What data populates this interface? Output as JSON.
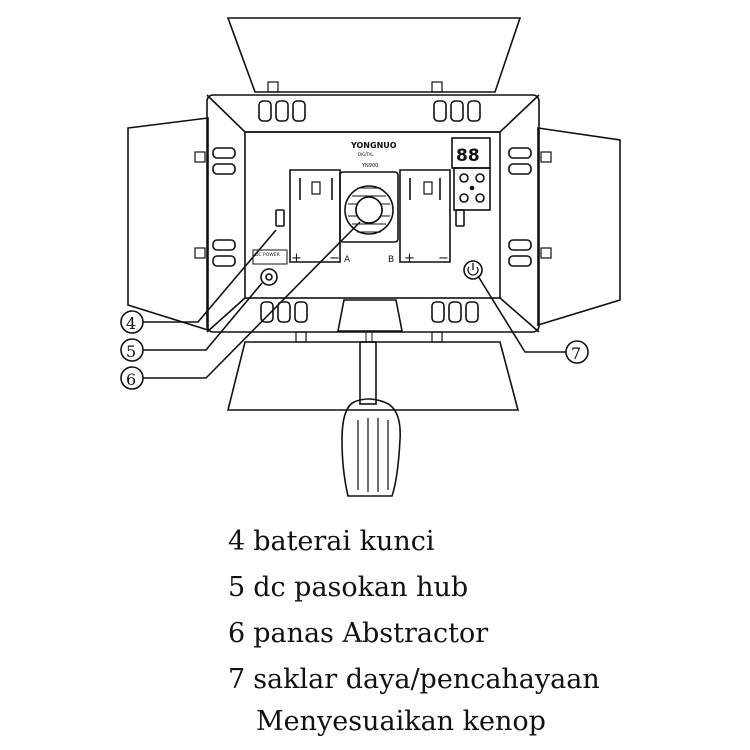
{
  "device": {
    "brand": "YONGNUO",
    "brand_sub": "DIGITAL",
    "model": "YN900",
    "display_readout": "88",
    "battery_labels": [
      "A",
      "B"
    ],
    "dc_label": "DC POWER"
  },
  "callouts": [
    {
      "num": "4",
      "target": "battery-lock"
    },
    {
      "num": "5",
      "target": "dc-supply-port"
    },
    {
      "num": "6",
      "target": "heat-abstractor"
    },
    {
      "num": "7",
      "target": "power-switch"
    }
  ],
  "legend": [
    {
      "num": "4",
      "text": "baterai kunci"
    },
    {
      "num": "5",
      "text": "dc pasokan hub"
    },
    {
      "num": "6",
      "text": "panas Abstractor"
    },
    {
      "num": "7",
      "text": "saklar daya/pencahayaan"
    },
    {
      "num": "",
      "text": "Menyesuaikan kenop"
    }
  ]
}
